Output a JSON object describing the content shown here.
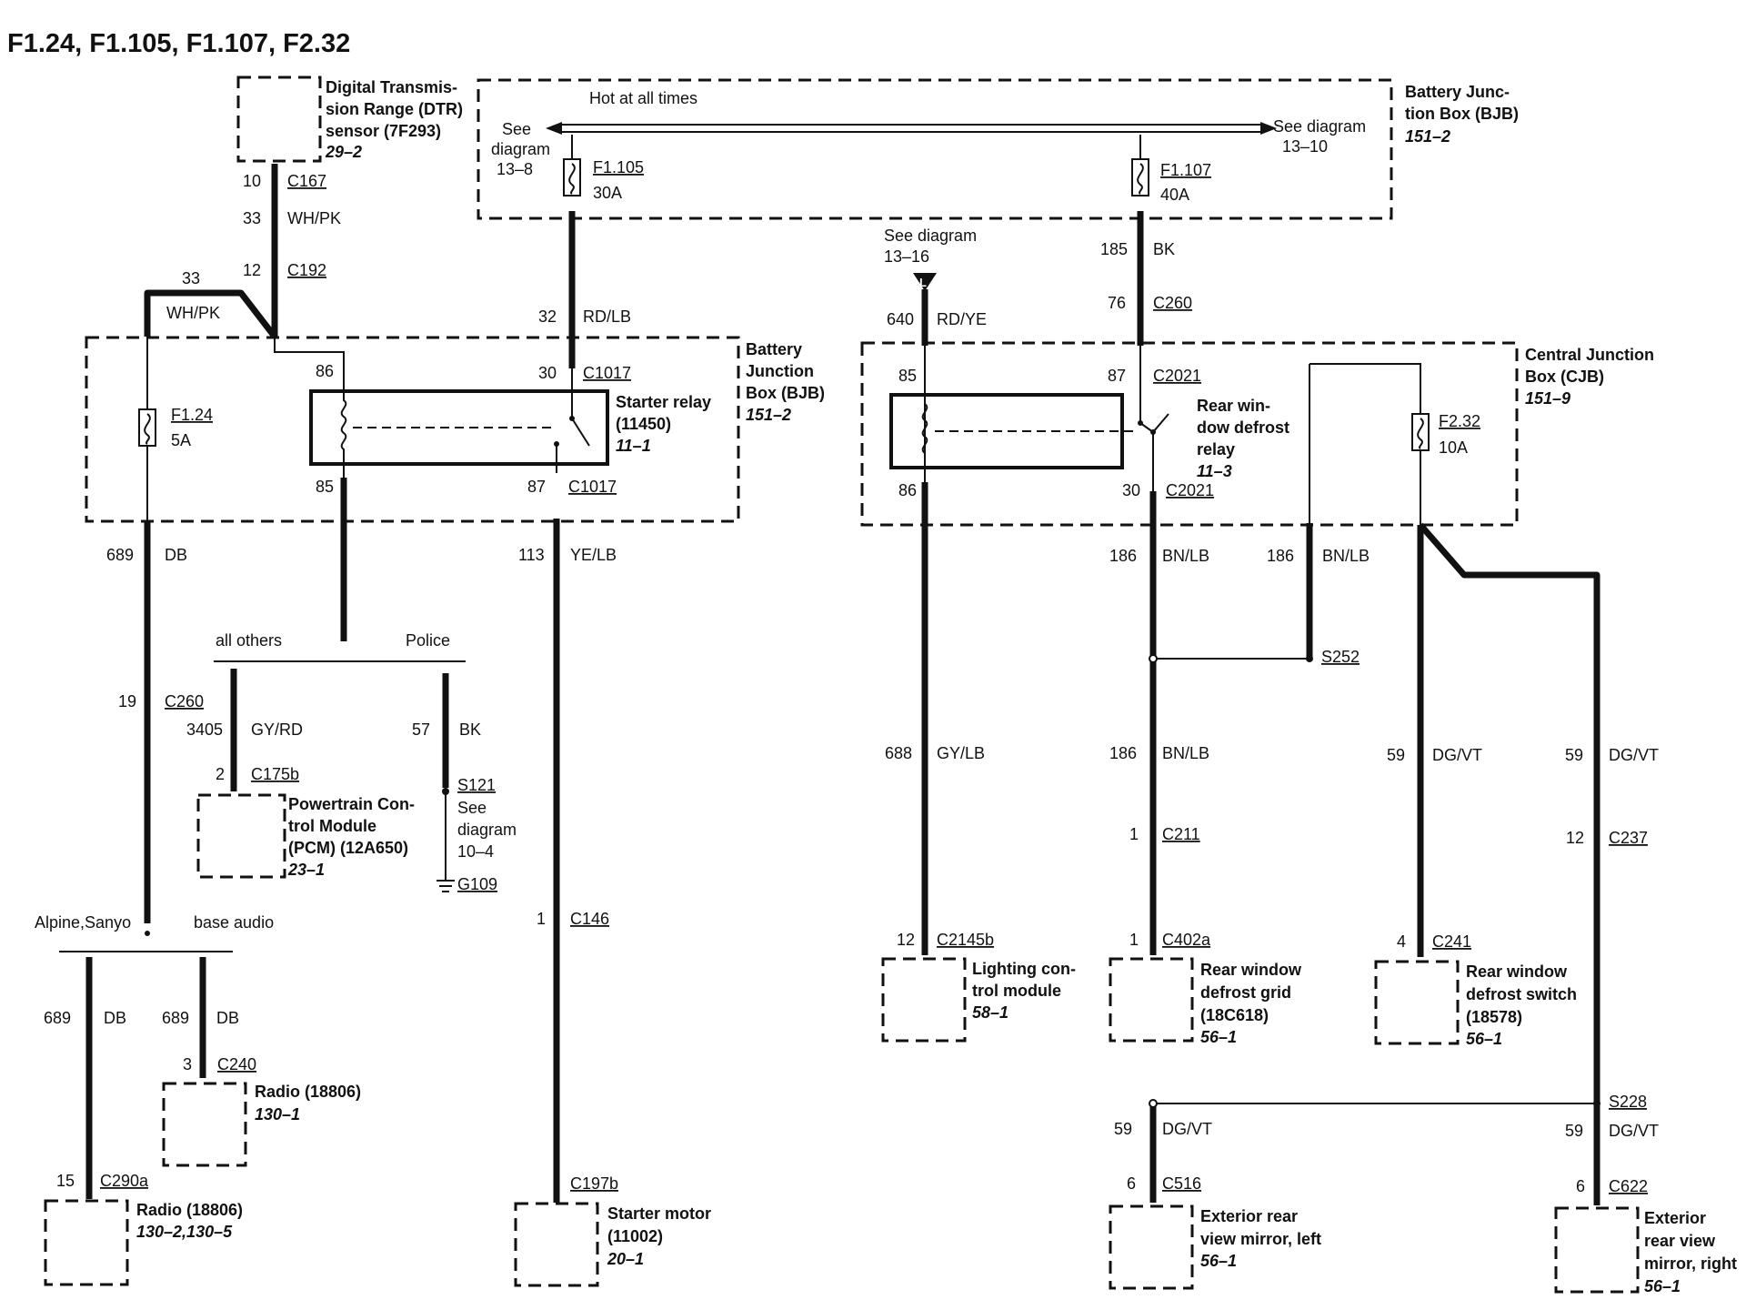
{
  "title": "F1.24, F1.105, F1.107, F2.32",
  "dtr": {
    "name_lines": [
      "Digital Transmis-",
      "sion Range (DTR)",
      "sensor (7F293)"
    ],
    "ref": "29–2",
    "pin_c167": "10",
    "c167": "C167",
    "circuit": "33",
    "color": "WH/PK",
    "pin_c192": "12",
    "c192": "C192",
    "circuit2": "33",
    "color2": "WH/PK"
  },
  "bjb_top": {
    "name_lines": [
      "Battery Junc-",
      "tion Box (BJB)"
    ],
    "ref": "151–2",
    "hot": "Hot at all times",
    "see_left": [
      "See",
      "diagram",
      "13–8"
    ],
    "see_right": [
      "See diagram",
      "13–10"
    ],
    "fuse1": "F1.105",
    "fuse1_amp": "30A",
    "fuse2": "F1.107",
    "fuse2_amp": "40A"
  },
  "bjb_left": {
    "name_lines": [
      "Battery",
      "Junction",
      "Box (BJB)"
    ],
    "ref": "151–2",
    "fuse": "F1.24",
    "fuse_amp": "5A",
    "pin86": "86",
    "pin85": "85",
    "pin30": "30",
    "pin87": "87",
    "c1017a": "C1017",
    "c1017b": "C1017",
    "relay_lines": [
      "Starter relay",
      "(11450)"
    ],
    "relay_ref": "11–1",
    "in_circuit": "32",
    "in_color": "RD/LB"
  },
  "left_col": {
    "circuit": "689",
    "color": "DB",
    "pin_c260": "19",
    "c260": "C260",
    "alpine": "Alpine,Sanyo",
    "base": "base audio",
    "a_circuit": "689",
    "a_color": "DB",
    "b_circuit": "689",
    "b_color": "DB",
    "pin_c240": "3",
    "c240": "C240",
    "radio1_lines": [
      "Radio (18806)"
    ],
    "radio1_ref": "130–1",
    "pin_c290a": "15",
    "c290a": "C290a",
    "radio2_lines": [
      "Radio (18806)"
    ],
    "radio2_ref": "130–2,130–5"
  },
  "pcm": {
    "all_others": "all others",
    "police": "Police",
    "circuit": "3405",
    "color": "GY/RD",
    "pin": "2",
    "conn": "C175b",
    "name_lines": [
      "Powertrain Con-",
      "trol Module",
      "(PCM) (12A650)"
    ],
    "ref": "23–1",
    "bk_circuit": "57",
    "bk_color": "BK",
    "s121": "S121",
    "see": [
      "See",
      "diagram",
      "10–4"
    ],
    "g109": "G109"
  },
  "starter": {
    "circuit": "113",
    "color": "YE/LB",
    "pin_c146": "1",
    "c146": "C146",
    "c197b": "C197b",
    "name_lines": [
      "Starter motor",
      "(11002)"
    ],
    "ref": "20–1"
  },
  "cjb": {
    "see": [
      "See diagram",
      "13–16"
    ],
    "l_marker": "L",
    "in1_circuit": "640",
    "in1_color": "RD/YE",
    "in2_circuit": "185",
    "in2_color": "BK",
    "pin_c260": "76",
    "c260": "C260",
    "pin85": "85",
    "pin87": "87",
    "c2021a": "C2021",
    "pin86": "86",
    "pin30": "30",
    "c2021b": "C2021",
    "relay_lines": [
      "Rear win-",
      "dow defrost",
      "relay"
    ],
    "relay_ref": "11–3",
    "name_lines": [
      "Central Junction",
      "Box (CJB)"
    ],
    "ref": "151–9",
    "fuse": "F2.32",
    "fuse_amp": "10A"
  },
  "right_side": {
    "gylb_circuit": "688",
    "gylb_color": "GY/LB",
    "pin_c2145b": "12",
    "c2145b": "C2145b",
    "lcm_lines": [
      "Lighting con-",
      "trol module"
    ],
    "lcm_ref": "58–1",
    "bnlb1_circuit": "186",
    "bnlb1_color": "BN/LB",
    "bnlb2_circuit": "186",
    "bnlb2_color": "BN/LB",
    "s252": "S252",
    "bnlb3_circuit": "186",
    "bnlb3_color": "BN/LB",
    "pin_c211": "1",
    "c211": "C211",
    "pin_c402a": "1",
    "c402a": "C402a",
    "grid_lines": [
      "Rear window",
      "defrost grid",
      "(18C618)"
    ],
    "grid_ref": "56–1",
    "dgvt1_circuit": "59",
    "dgvt1_color": "DG/VT",
    "pin_c241": "4",
    "c241": "C241",
    "switch_lines": [
      "Rear window",
      "defrost switch",
      "(18578)"
    ],
    "switch_ref": "56–1",
    "dgvt2_circuit": "59",
    "dgvt2_color": "DG/VT",
    "pin_c237": "12",
    "c237": "C237",
    "s228": "S228",
    "dgvt3_circuit": "59",
    "dgvt3_color": "DG/VT",
    "pin_c516": "6",
    "c516": "C516",
    "mirror_l_lines": [
      "Exterior rear",
      "view mirror, left"
    ],
    "mirror_l_ref": "56–1",
    "dgvt4_circuit": "59",
    "dgvt4_color": "DG/VT",
    "pin_c622": "6",
    "c622": "C622",
    "mirror_r_lines": [
      "Exterior",
      "rear view",
      "mirror, right"
    ],
    "mirror_r_ref": "56–1"
  }
}
